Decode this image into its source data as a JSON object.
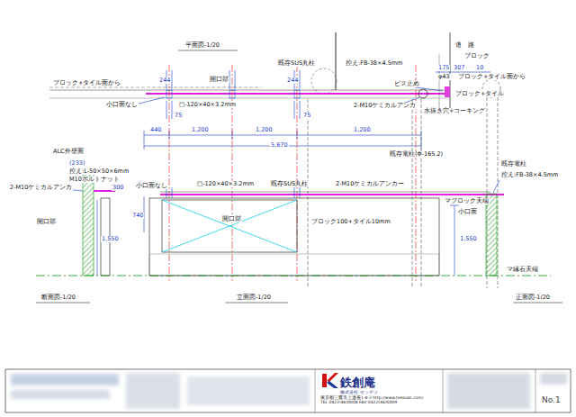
{
  "diagram": {
    "nodes": [
      {
        "text": [
          "鉄創庵",
          "株式会社 セッテツ",
          "東京都三鷹市上連雀1-8-2 http://www.tessoan.com/",
          "TEL 0422(46)0008 FAX 0422(46)0009"
        ]
      },
      {
        "text": [
          "No.1"
        ]
      }
    ],
    "labels": [
      "平面図-1/20",
      "道　路",
      "ブロック",
      "既存SUS丸柱",
      "開口部",
      "控え:FB-38×4.5mm",
      "175",
      "307",
      "10",
      "φ43",
      "ブロック+タイル面から",
      "ブロック+タイル面から",
      "ビス止め",
      "ブロック+タイル",
      "244",
      "244",
      "小口面なし",
      "□-120×40×3.2mm",
      "75",
      "75",
      "2-M10ケミカルアンカ",
      "水抜き穴+コーキング",
      "440",
      "1,200",
      "1,200",
      "1,200",
      "5,670",
      "既存電柱(Φ-165.2)",
      "ALC外壁面",
      "(233)",
      "控え:L-50×50×6mm",
      "M10ボルトナット",
      "2-M10ケミカルアンカ",
      "300",
      "小口面なし",
      "□-120×40×3.2mm",
      "既存SUS丸柱",
      "2-M10ケミカルアンカー",
      "既存電柱",
      "控え:FB-38×4.5mm",
      "マブロック天端",
      "小口面",
      "740",
      "開口部",
      "ブロック100+タイル10mm",
      "開口部",
      "1,550",
      "1,550",
      "マ縁石天端",
      "断面図-1/20",
      "立面図-1/20",
      "正面図-1/20"
    ]
  }
}
